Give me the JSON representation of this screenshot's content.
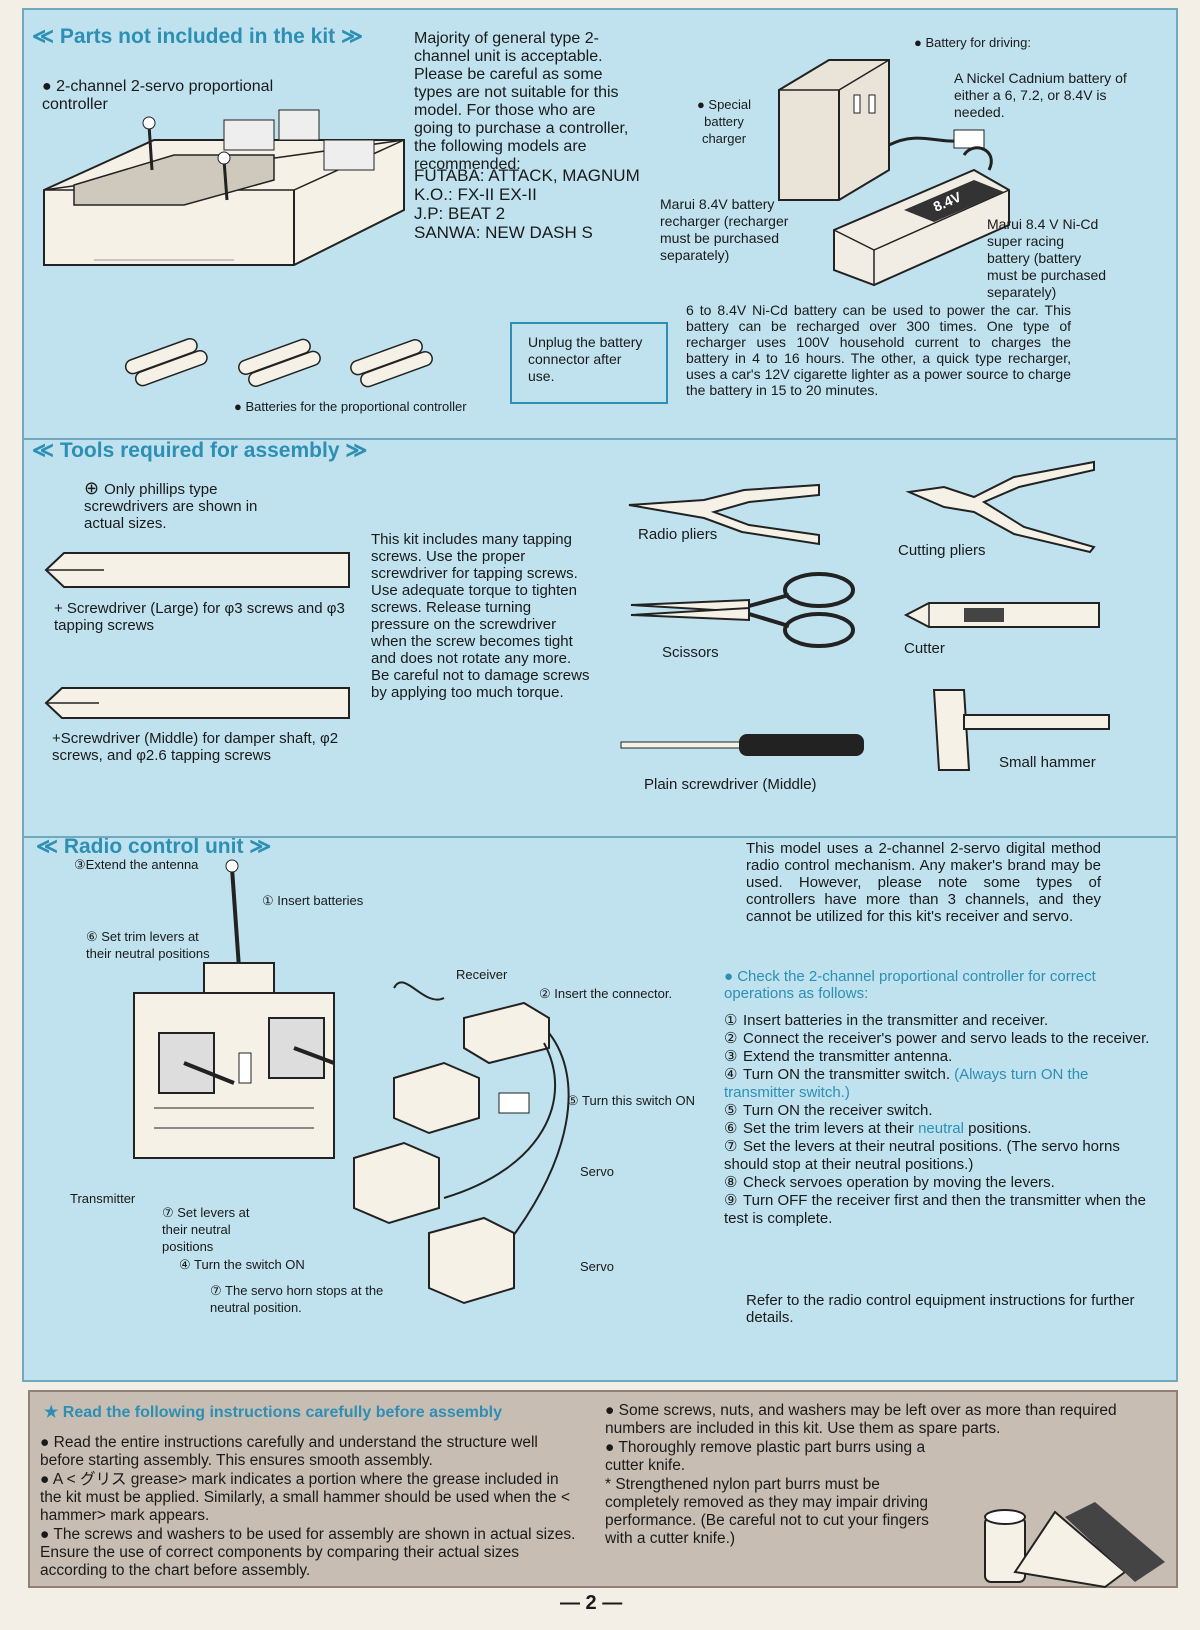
{
  "parts": {
    "title": "≪ Parts not included in the kit ≫",
    "controller_label": "● 2-channel 2-servo proportional controller",
    "models_text": "Majority of general type 2-channel unit is acceptable. Please be careful as some types are not suitable for this model. For those who are going to purchase a controller, the following models are recommended:",
    "models": [
      "FUTABA: ATTACK, MAGNUM",
      "K.O.: FX-II EX-II",
      "J.P: BEAT 2",
      "SANWA: NEW DASH S"
    ],
    "charger_label": "● Special battery charger",
    "battery_driving": "● Battery for driving:",
    "nicad_text": "A Nickel Cadnium battery of either a 6, 7.2, or 8.4V is needed.",
    "recharger_text": "Marui 8.4V battery recharger (recharger must be purchased separately)",
    "racing_battery_text": "Marui 8.4 V Ni-Cd super racing battery (battery must be purchased separately)",
    "battery_mark": "8.4V",
    "unplug_text": "Unplug the battery connector after use.",
    "batteries_label": "● Batteries for the proportional controller",
    "nicd_paragraph": "6 to 8.4V Ni-Cd battery can be used to power the car. This battery can be recharged over 300 times. One type of recharger uses 100V household current to charges the battery in 4 to 16 hours. The other, a quick type recharger, uses a car's 12V cigarette lighter as a power source to charge the battery in 15 to 20 minutes."
  },
  "tools": {
    "title": "≪ Tools required for assembly ≫",
    "phillips_note": "Only phillips type screwdrivers are shown in actual sizes.",
    "screwdriver_large": "+ Screwdriver (Large) for φ3 screws and φ3 tapping screws",
    "screwdriver_middle": "+Screwdriver (Middle) for damper shaft, φ2 screws, and φ2.6 tapping screws",
    "kit_text": "This kit includes many tapping screws. Use the proper screwdriver for tapping screws. Use adequate torque to tighten screws. Release turning pressure on the screwdriver when the screw becomes tight and does not rotate any more. Be careful not to damage screws by applying too much torque.",
    "radio_pliers": "Radio pliers",
    "cutting_pliers": "Cutting pliers",
    "scissors": "Scissors",
    "cutter": "Cutter",
    "plain_screwdriver": "Plain screwdriver (Middle)",
    "small_hammer": "Small hammer"
  },
  "radio": {
    "title": "≪ Radio control unit ≫",
    "labels": {
      "extend_antenna": "③Extend the antenna",
      "insert_batteries": "① Insert batteries",
      "set_trim": "⑥ Set trim levers at their neutral positions",
      "receiver": "Receiver",
      "insert_connector": "② Insert the connector.",
      "switch_on": "⑤ Turn this switch ON",
      "servo_a": "Servo",
      "servo_b": "Servo",
      "transmitter": "Transmitter",
      "set_levers": "⑦ Set levers at their neutral positions",
      "turn_switch": "④ Turn the switch ON",
      "horn_stops": "⑦ The servo horn stops at the neutral position."
    },
    "intro": "This model uses a 2-channel 2-servo digital method radio control mechanism. Any maker's brand may be used. However, please note some types of controllers have more than 3 channels, and they cannot be utilized for this kit's receiver and servo.",
    "check_heading": "● Check the 2-channel proportional controller for correct operations as follows:",
    "steps": [
      {
        "n": "①",
        "text": "Insert batteries in the transmitter and receiver."
      },
      {
        "n": "②",
        "text": "Connect the receiver's power and servo leads to the receiver."
      },
      {
        "n": "③",
        "text": "Extend the transmitter antenna."
      },
      {
        "n": "④",
        "text": "Turn ON the transmitter switch.",
        "note": "(Always turn ON the transmitter switch.)"
      },
      {
        "n": "⑤",
        "text": "Turn ON the receiver switch."
      },
      {
        "n": "⑥",
        "text": "Set the trim levers at their",
        "highlight": "neutral",
        "after": "positions."
      },
      {
        "n": "⑦",
        "text": "Set the levers at their neutral positions. (The servo horns should stop at their neutral positions.)"
      },
      {
        "n": "⑧",
        "text": "Check servoes operation by moving the levers."
      },
      {
        "n": "⑨",
        "text": "Turn OFF the receiver first and then the transmitter when the test is complete."
      }
    ],
    "refer": "Refer to the radio control equipment instructions for further details."
  },
  "notes": {
    "title": "★ Read the following instructions carefully before assembly",
    "left": [
      "● Read the entire instructions carefully and understand the structure well before starting assembly. This ensures smooth assembly.",
      "● A < グリス grease> mark indicates a portion where the grease included in the kit must be applied. Similarly, a small hammer should be used when the < hammer> mark appears.",
      "● The screws and washers to be used for assembly are shown in actual sizes. Ensure the use of correct components by comparing their actual sizes according to the chart before assembly."
    ],
    "right": [
      "● Some screws, nuts, and washers may be left over as more than required numbers are included in this kit. Use them as spare parts.",
      "● Thoroughly remove plastic part burrs using a cutter knife.",
      "* Strengthened nylon part burrs must be completely removed as they may impair driving performance. (Be careful not to cut your fingers with a cutter knife.)"
    ]
  },
  "page_number": "— 2 —",
  "colors": {
    "panel": "#bfe2ee",
    "accent": "#2d8fb4",
    "notes_bg": "#c8bdb2"
  }
}
